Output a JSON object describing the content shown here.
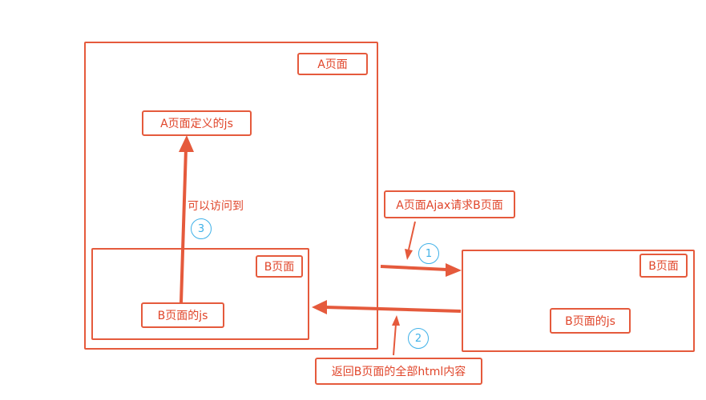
{
  "page_a": {
    "title": "A页面",
    "js_label": "A页面定义的js"
  },
  "page_b_inner": {
    "title": "B页面",
    "js_label": "B页面的js"
  },
  "page_b_outer": {
    "title": "B页面",
    "js_label": "B页面的js"
  },
  "step1": {
    "number": "1",
    "label": "A页面Ajax请求B页面"
  },
  "step2": {
    "number": "2",
    "label": "返回B页面的全部html内容"
  },
  "step3": {
    "number": "3",
    "label": "可以访问到"
  },
  "colors": {
    "accent": "#e55a3c",
    "text": "#e0452a",
    "step_circle": "#3fb1e8"
  }
}
